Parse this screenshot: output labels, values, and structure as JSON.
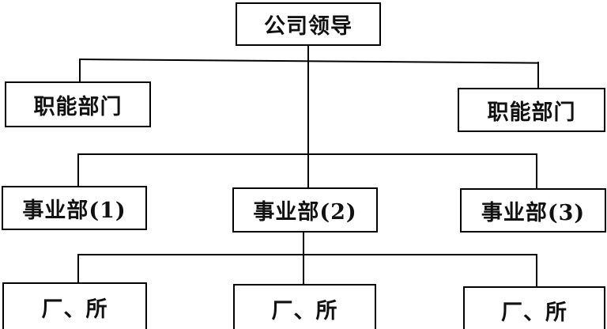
{
  "diagram": {
    "type": "org-chart",
    "root": {
      "label": "公司领导"
    },
    "functional_departments": [
      {
        "label": "职能部门"
      },
      {
        "label": "职能部门"
      }
    ],
    "divisions": [
      {
        "label": "事业部(1)"
      },
      {
        "label": "事业部(2)"
      },
      {
        "label": "事业部(3)"
      }
    ],
    "units": [
      {
        "label": "厂、所"
      },
      {
        "label": "厂、所"
      },
      {
        "label": "厂、所"
      }
    ]
  }
}
